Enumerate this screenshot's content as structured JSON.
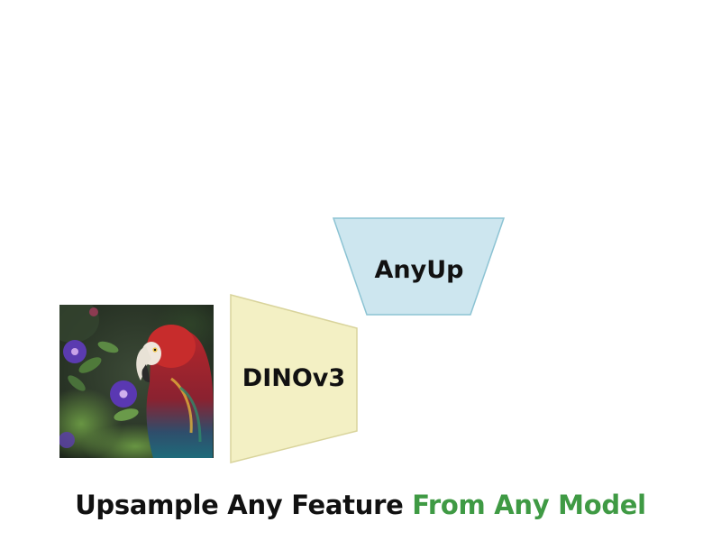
{
  "diagram": {
    "input_image": {
      "subject": "scarlet macaw parrot with purple flowers",
      "icon": "macaw-photo"
    },
    "encoder": {
      "label": "DINOv3",
      "fill": "#f3f0c4",
      "stroke": "#d9d49c"
    },
    "upsampler": {
      "label": "AnyUp",
      "fill": "#cde6ef",
      "stroke": "#8cc3d3"
    }
  },
  "caption": {
    "part1": "Upsample Any Feature ",
    "part2": "From Any Model",
    "color_part1": "#111111",
    "color_part2": "#3f9a44"
  }
}
